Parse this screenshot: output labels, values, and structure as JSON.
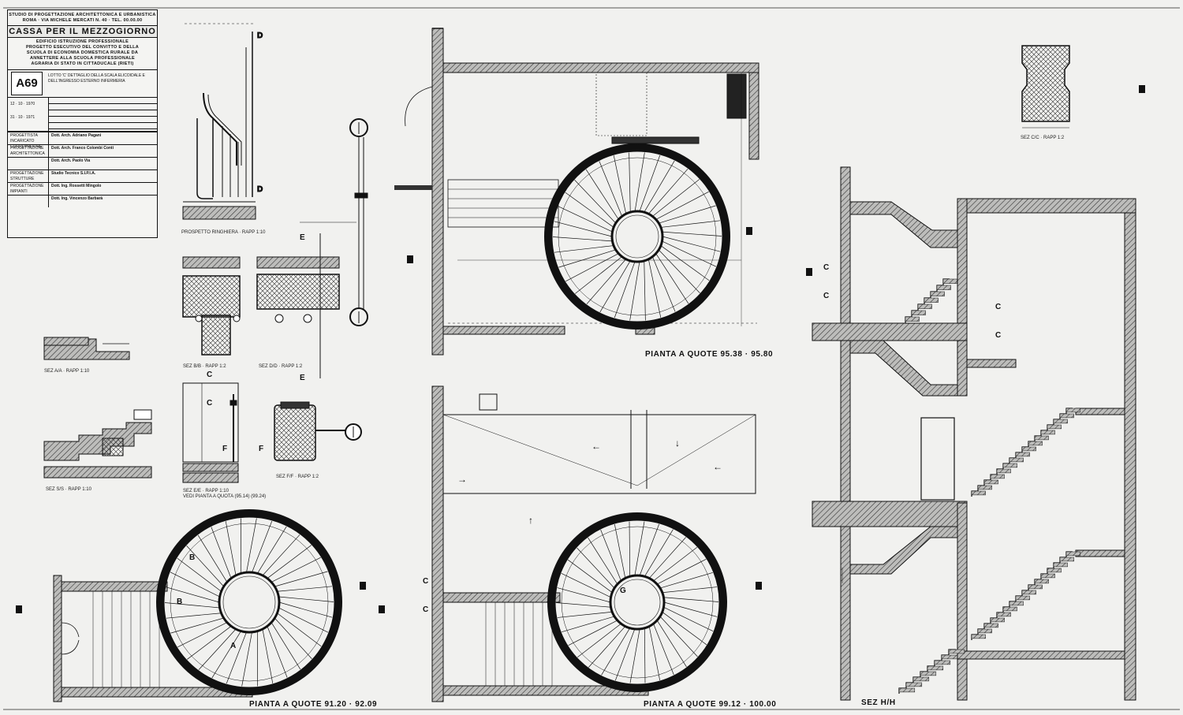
{
  "title_block": {
    "studio": "STUDIO DI PROGETTAZIONE ARCHITETTONICA E URBANISTICA",
    "address": "ROMA · VIA MICHELE MERCATI N. 40 · TEL. 00.00.00",
    "client": "CASSA PER IL MEZZOGIORNO",
    "subtitle": "EDIFICIO ISTRUZIONE PROFESSIONALE",
    "project": [
      "PROGETTO ESECUTIVO DEL CONVITTO E DELLA",
      "SCUOLA DI ECONOMIA DOMESTICA RURALE DA",
      "ANNETTERE ALLA SCUOLA PROFESSIONALE",
      "AGRARIA DI STATO IN CITTADUCALE (RIETI)"
    ],
    "sheet_code": "A69",
    "sheet_desc": "LOTTO 'C' DETTAGLIO DELLA SCALA ELICOIDALE E DELL'INGRESSO ESTERNO INFERMERIA",
    "dates": [
      "12 · 10 · 1970",
      "31 · 10 · 1971"
    ],
    "rows": [
      {
        "role": "PROGETTISTA INCARICATO COORDINATORE",
        "name": "Dott. Arch. Adriano Pagani"
      },
      {
        "role": "PROGETTAZIONE ARCHITETTONICA",
        "name": "Dott. Arch. Franco Colombi Conti"
      },
      {
        "role": "",
        "name": "Dott. Arch. Paolo Via"
      },
      {
        "role": "PROGETTAZIONE STRUTTURE",
        "name": "Studio Tecnico S.I.P.I.A."
      },
      {
        "role": "PROGETTAZIONE IMPIANTI",
        "name": "Dott. Ing. Rossetti Mingolo"
      },
      {
        "role": "",
        "name": "Dott. Ing. Vincenzo Barbarà"
      }
    ]
  },
  "views": {
    "prospetto": "PROSPETTO RINGHIERA · RAPP 1:10",
    "sez_bb": "SEZ B/B · RAPP 1:2",
    "sez_dd": "SEZ D/D · RAPP 1:2",
    "sez_aa": "SEZ A/A · RAPP 1:10",
    "sez_ss": "SEZ S/S · RAPP 1:10",
    "sez_ff": "SEZ F/F · RAPP 1:2",
    "sez_ee": "SEZ E/E · RAPP 1:10",
    "sez_ee_sub": "VEDI PIANTA A QUOTA (95.14) (99.24)",
    "sez_cc": "SEZ C/C · RAPP 1:2",
    "sez_hh": "SEZ H/H",
    "pianta_1": "PIANTA A QUOTE 95.38 · 95.80",
    "pianta_2": "PIANTA A QUOTE 91.20 · 92.09",
    "pianta_3": "PIANTA A QUOTE 99.12 · 100.00"
  },
  "section_marks": [
    "D",
    "D",
    "E",
    "E",
    "C",
    "C",
    "F",
    "F",
    "A",
    "A",
    "B",
    "B",
    "G",
    "C",
    "C",
    "C",
    "C",
    "C",
    "C"
  ],
  "colors": {
    "ink": "#111111",
    "paper": "#f1f1ef",
    "hatch": "#555555"
  }
}
